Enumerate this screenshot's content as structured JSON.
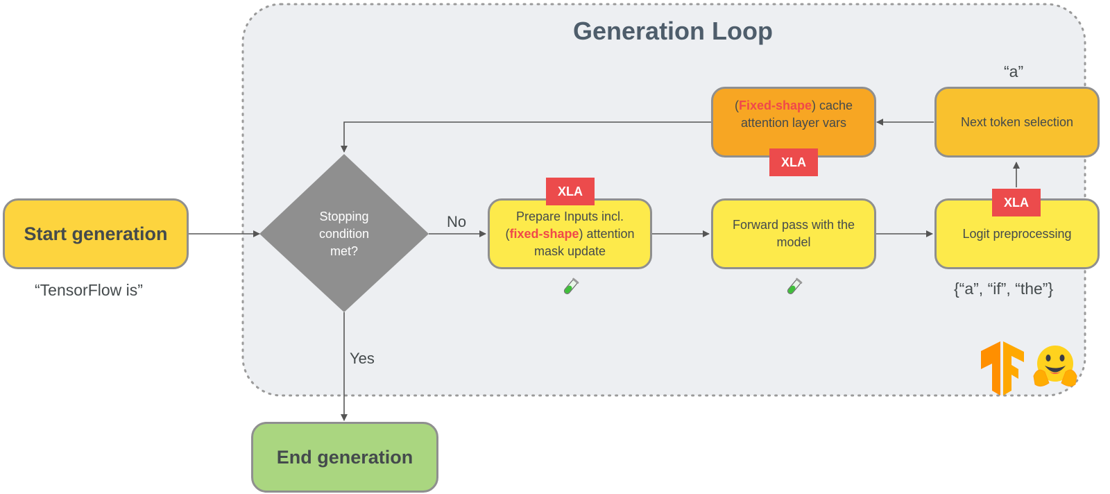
{
  "title": "Generation Loop",
  "colors": {
    "loop_bg": "#edeff2",
    "start_fill": "#fdd43e",
    "step_fill": "#fdea4b",
    "cache_fill": "#f7a623",
    "next_fill": "#f9c12e",
    "end_fill": "#aad680",
    "diamond_fill": "#8f8f8f",
    "xla_fill": "#ec4b4c",
    "highlight_text": "#f0484a"
  },
  "nodes": {
    "start": {
      "label": "Start generation"
    },
    "condition": {
      "label_lines": [
        "Stopping",
        "condition",
        "met?"
      ]
    },
    "prepare": {
      "line1": "Prepare Inputs incl.",
      "line2_pre": "(",
      "line2_hl": "fixed-shape",
      "line2_post": ") attention",
      "line3": "mask update"
    },
    "forward": {
      "line1": "Forward pass with the",
      "line2": "model"
    },
    "logit": {
      "label": "Logit preprocessing"
    },
    "next_token": {
      "label": "Next token selection"
    },
    "cache": {
      "line1_pre": "(",
      "line1_hl": "Fixed-shape",
      "line1_post": ") cache",
      "line2": "attention layer vars"
    },
    "end": {
      "label": "End generation"
    }
  },
  "badges": {
    "xla": "XLA"
  },
  "labels": {
    "input_text": "“TensorFlow is”",
    "no": "No",
    "yes": "Yes",
    "candidates": "{“a”, “if”, “the”}",
    "selected_token": "“a”"
  },
  "icons": [
    "test-tube-icon",
    "tensorflow-logo-icon",
    "hugging-face-icon"
  ]
}
